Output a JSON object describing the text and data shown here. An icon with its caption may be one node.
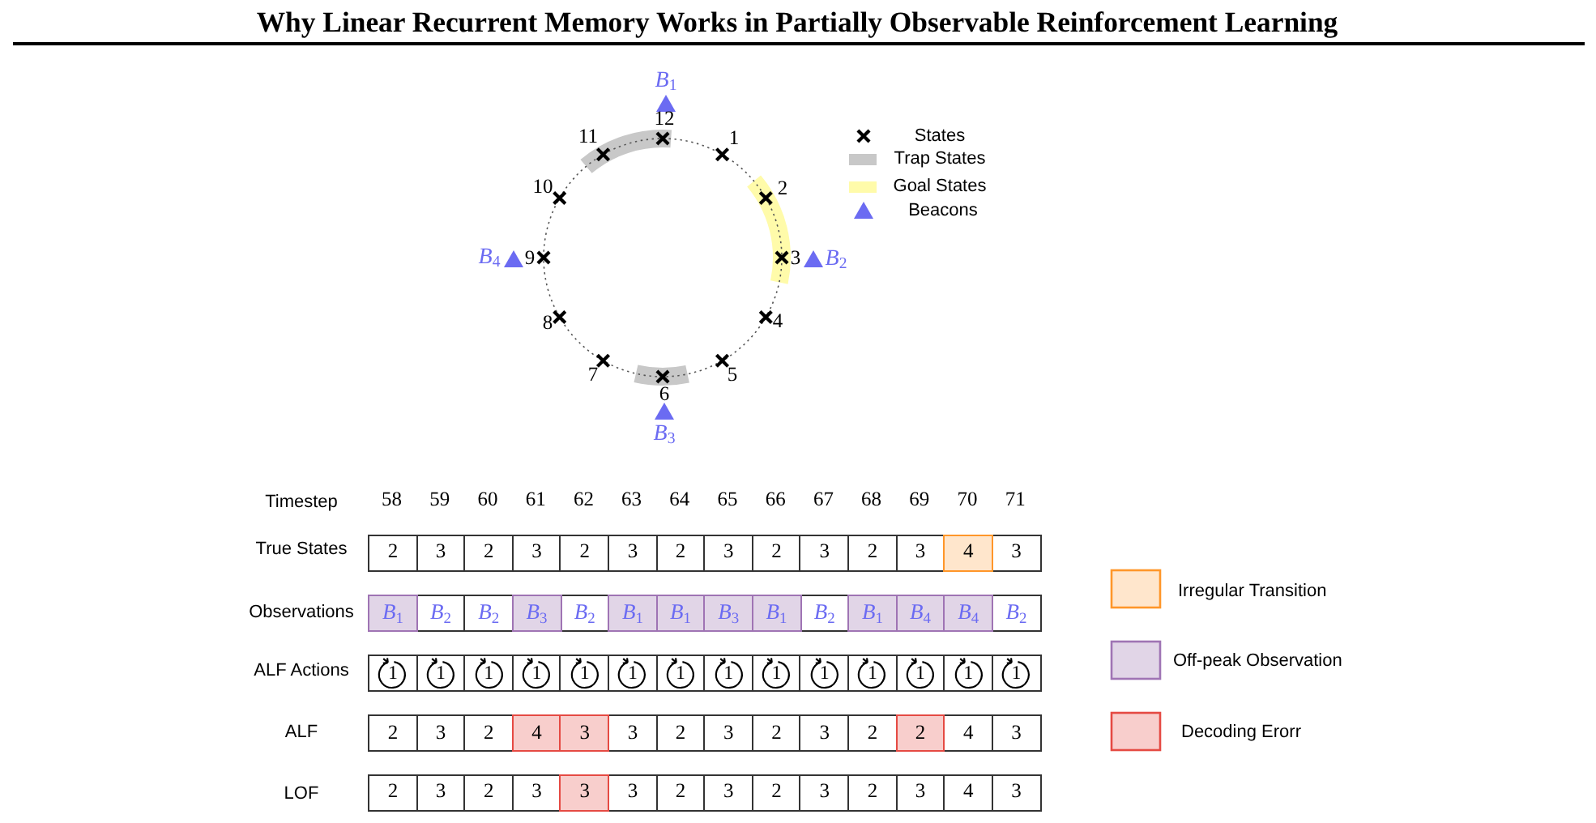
{
  "diagram": {
    "title": "Why Linear Recurrent Memory Works in Partially Observable Reinforcement Learning",
    "nodes": [
      {
        "text": [
          "2"
        ]
      },
      {
        "text": [
          "3"
        ]
      },
      {
        "text": [
          "2"
        ]
      },
      {
        "text": [
          "3"
        ]
      },
      {
        "text": [
          "2"
        ]
      },
      {
        "text": [
          "3"
        ]
      },
      {
        "text": [
          "2"
        ]
      },
      {
        "text": [
          "3"
        ]
      },
      {
        "text": [
          "2"
        ]
      },
      {
        "text": [
          "3"
        ]
      },
      {
        "text": [
          "2"
        ]
      },
      {
        "text": [
          "3"
        ]
      },
      {
        "text": [
          "4"
        ]
      },
      {
        "text": [
          "3"
        ]
      },
      {
        "text": [
          "B$_{1}$"
        ]
      },
      {
        "text": [
          "B$_{2}$"
        ]
      },
      {
        "text": [
          "B$_{2}$"
        ]
      },
      {
        "text": [
          "B$_{3}$"
        ]
      },
      {
        "text": [
          "B$_{2}$"
        ]
      },
      {
        "text": [
          "B$_{1}$"
        ]
      },
      {
        "text": [
          "B$_{1}$"
        ]
      },
      {
        "text": [
          "B$_{3}$"
        ]
      },
      {
        "text": [
          "B$_{1}$"
        ]
      },
      {
        "text": [
          "B$_{2}$"
        ]
      },
      {
        "text": [
          "B$_{1}$"
        ]
      },
      {
        "text": [
          "B$_{4}$"
        ]
      },
      {
        "text": [
          "B$_{4}$"
        ]
      },
      {
        "text": [
          "B$_{2}$"
        ]
      },
      {
        "text": [
          "1"
        ]
      },
      {
        "text": [
          "1"
        ]
      },
      {
        "text": [
          "1"
        ]
      },
      {
        "text": [
          "1"
        ]
      },
      {
        "text": [
          "1"
        ]
      },
      {
        "text": [
          "1"
        ]
      },
      {
        "text": [
          "1"
        ]
      },
      {
        "text": [
          "1"
        ]
      },
      {
        "text": [
          "1"
        ]
      },
      {
        "text": [
          "1"
        ]
      },
      {
        "text": [
          "1"
        ]
      },
      {
        "text": [
          "1"
        ]
      },
      {
        "text": [
          "1"
        ]
      },
      {
        "text": [
          "1"
        ]
      },
      {
        "text": [
          "2"
        ]
      },
      {
        "text": [
          "3"
        ]
      },
      {
        "text": [
          "2"
        ]
      },
      {
        "text": [
          "4"
        ]
      },
      {
        "text": [
          "3"
        ]
      },
      {
        "text": [
          "3"
        ]
      },
      {
        "text": [
          "2"
        ]
      },
      {
        "text": [
          "3"
        ]
      },
      {
        "text": [
          "2"
        ]
      },
      {
        "text": [
          "3"
        ]
      },
      {
        "text": [
          "2"
        ]
      },
      {
        "text": [
          "2"
        ]
      },
      {
        "text": [
          "4"
        ]
      },
      {
        "text": [
          "3"
        ]
      },
      {
        "text": [
          "2"
        ]
      },
      {
        "text": [
          "3"
        ]
      },
      {
        "text": [
          "2"
        ]
      },
      {
        "text": [
          "3"
        ]
      },
      {
        "text": [
          "3"
        ]
      },
      {
        "text": [
          "3"
        ]
      },
      {
        "text": [
          "2"
        ]
      },
      {
        "text": [
          "3"
        ]
      },
      {
        "text": [
          "2"
        ]
      },
      {
        "text": [
          "3"
        ]
      },
      {
        "text": [
          "2"
        ]
      },
      {
        "text": [
          "3"
        ]
      },
      {
        "text": [
          "4"
        ]
      },
      {
        "text": [
          "3"
        ]
      }
    ],
    "labels": [
      "B$_{1}$",
      "12",
      "11",
      "1",
      "10",
      "2",
      "B$_{4}$",
      "9",
      "3",
      "B$_{2}$",
      "8",
      "4",
      "7",
      "5",
      "6",
      "B$_{3}$",
      "Timestep",
      "58",
      "59",
      "60",
      "61",
      "62",
      "63",
      "64",
      "65",
      "66",
      "67",
      "68",
      "69",
      "70",
      "71",
      "True States",
      "Observations",
      "ALF Actions",
      "ALF",
      "LOF"
    ],
    "legend": [
      {
        "text": "States"
      },
      {
        "text": "Trap States",
        "color": "#c8c8c8"
      },
      {
        "text": "Goal States",
        "color": "#fffbaa"
      },
      {
        "text": "Beacons"
      },
      {
        "text": "Irregular Transition",
        "color": "#ffe6cc"
      },
      {
        "text": "Off-peak Observation",
        "color": "#e1d5e7"
      },
      {
        "text": "Decoding Erorr",
        "color": "#f8cecc"
      }
    ]
  }
}
